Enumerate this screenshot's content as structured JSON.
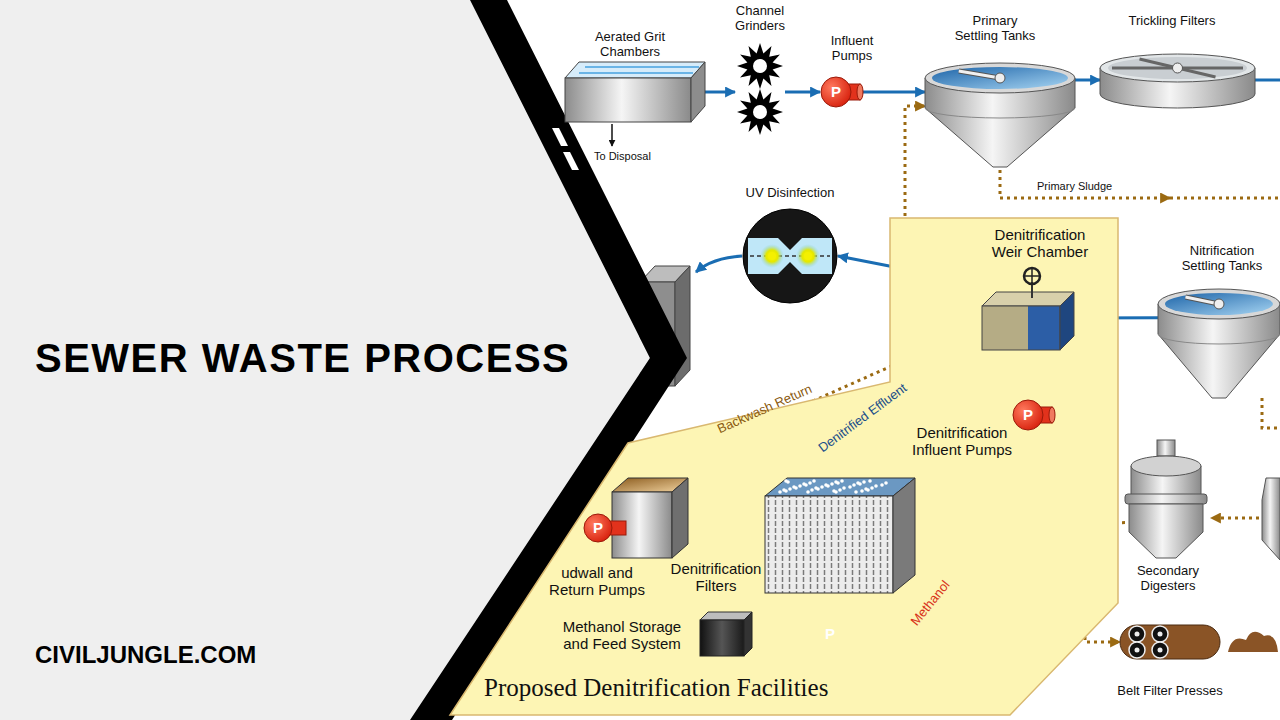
{
  "diagram": {
    "title": "SEWER WASTE PROCESS",
    "nodes": [
      {
        "text": [
          "Aerated Grit Chambers"
        ]
      },
      {
        "text": [
          "Channel Grinders"
        ]
      },
      {
        "text": [
          "Influent Pumps"
        ]
      },
      {
        "text": [
          "Primary Settling Tanks"
        ]
      },
      {
        "text": [
          "Trickling Filters"
        ]
      },
      {
        "text": [
          "UV Disinfection"
        ]
      },
      {
        "text": [
          "Proposed Denitrification Facilities"
        ]
      },
      {
        "text": [
          "Denitrification Weir Chamber"
        ],
        "in": 6
      },
      {
        "text": [
          "Nitrification Settling Tanks"
        ]
      },
      {
        "text": [
          "Denitrification Influent Pumps"
        ],
        "in": 6
      },
      {
        "text": [
          "udwall and Return Pumps"
        ],
        "in": 6
      },
      {
        "text": [
          "Denitrification Filters"
        ],
        "in": 6
      },
      {
        "text": [
          "Methanol Storage and Feed System"
        ],
        "in": 6
      },
      {
        "text": [
          "Secondary Digesters"
        ]
      },
      {
        "text": [
          "Belt Filter Presses"
        ]
      }
    ],
    "edges": [
      {
        "from": 0,
        "to": 1,
        "arrow": "to"
      },
      {
        "from": 1,
        "to": 2,
        "arrow": "to"
      },
      {
        "from": 2,
        "to": 3,
        "arrow": "to"
      },
      {
        "from": 3,
        "to": 4,
        "arrow": "to"
      },
      {
        "from": 8,
        "to": 7,
        "arrow": "to"
      },
      {
        "from": 7,
        "to": 5,
        "arrow": "to"
      },
      {
        "from": 7,
        "to": 9,
        "arrow": "to"
      },
      {
        "from": 9,
        "to": 11,
        "arrow": "to"
      },
      {
        "from": 11,
        "to": 10,
        "arrow": "to"
      },
      {
        "from": 10,
        "to": 3,
        "label": "Backwash Return",
        "arrow": "to"
      },
      {
        "from": 11,
        "to": 7,
        "label": "Denitrified Effluent",
        "arrow": "to"
      },
      {
        "from": 12,
        "to": 11,
        "label": "Methanol",
        "arrow": "to"
      },
      {
        "from": 13,
        "to": 14,
        "arrow": "to"
      }
    ],
    "labels": [
      "To Disposal",
      "Primary Sludge",
      "P",
      "P",
      "P",
      "P",
      "CIVILJUNGLE.COM"
    ]
  }
}
